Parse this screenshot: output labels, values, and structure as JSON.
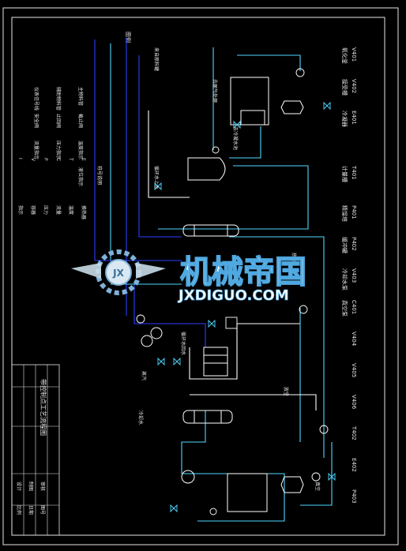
{
  "drawing": {
    "equipment_tags": [
      "V401",
      "V402",
      "E401",
      "T401",
      "P401",
      "P402",
      "V403",
      "C401",
      "V404",
      "V405",
      "V406",
      "T402",
      "E402",
      "P403"
    ],
    "equipment_names": [
      "氧化釜",
      "接受槽",
      "冷凝器",
      "计量槽",
      "精馏塔",
      "缓冲罐",
      "冷却水泵",
      "真空泵"
    ],
    "callouts": [
      "来自原料罐",
      "去尾气处理",
      "去冷凝水池",
      "循环水上水",
      "循环水回水",
      "蒸汽",
      "冷却水",
      "热水",
      "放空",
      "真空"
    ],
    "legend_title": "图例",
    "legend_items": [
      "主物料管",
      "辅助物料管",
      "仪表信号线",
      "截止阀",
      "止回阀",
      "安全阀",
      "温度指示",
      "压力指示",
      "流量指示",
      "液位指示"
    ],
    "symbol_col_title": "符号说明",
    "symbol_items": [
      "E",
      "T",
      "C",
      "P",
      "V",
      "I"
    ],
    "symbol_meanings": [
      "换热器",
      "温度",
      "流量",
      "压力",
      "容器",
      "指示"
    ],
    "title_block_lines": [
      "设计",
      "制图",
      "审核",
      "比例",
      "日期",
      "图号"
    ],
    "title_block_drawing_name": "带控制点工艺流程图",
    "watermark_cn": "机械帝国",
    "watermark_en": "JXDIGUO.COM"
  }
}
